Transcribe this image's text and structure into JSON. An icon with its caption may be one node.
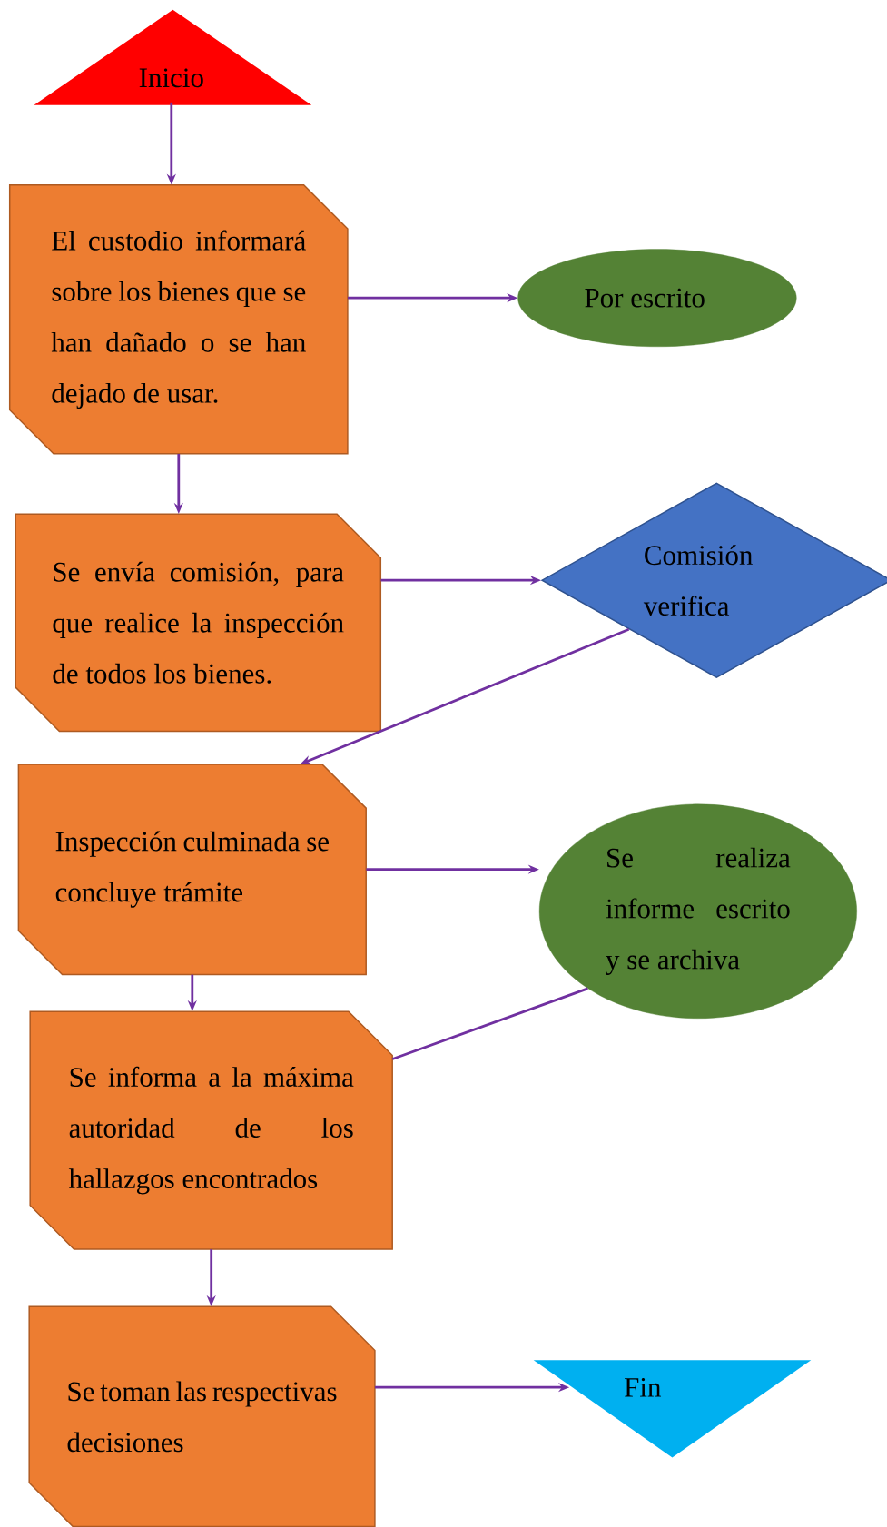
{
  "diagram": {
    "nodes": [
      {
        "text": [
          "Inicio"
        ]
      },
      {
        "text": [
          "El custodio informará sobre los bienes que se han dañado o se han dejado de usar."
        ]
      },
      {
        "text": [
          "Por escrito"
        ]
      },
      {
        "text": [
          "Se envía comisión, para que realice la inspección de todos los bienes."
        ]
      },
      {
        "text": [
          "Comisión verifica"
        ]
      },
      {
        "text": [
          "Inspección culminada se concluye trámite"
        ]
      },
      {
        "text": [
          "Se realiza informe escrito y se archiva"
        ]
      },
      {
        "text": [
          "Se informa a la máxima autoridad de los hallazgos encontrados"
        ]
      },
      {
        "text": [
          "Se toman las respectivas decisiones"
        ]
      },
      {
        "text": [
          "Fin"
        ]
      }
    ],
    "edges": [
      {
        "from": 0,
        "to": 1,
        "arrow": "to"
      },
      {
        "from": 1,
        "to": 2,
        "arrow": "to"
      },
      {
        "from": 1,
        "to": 3,
        "arrow": "to"
      },
      {
        "from": 3,
        "to": 4,
        "arrow": "to"
      },
      {
        "from": 4,
        "to": 5,
        "arrow": "to"
      },
      {
        "from": 5,
        "to": 6,
        "arrow": "to"
      },
      {
        "from": 5,
        "to": 7,
        "arrow": "to"
      },
      {
        "from": 7,
        "to": 6,
        "arrow": "none"
      },
      {
        "from": 7,
        "to": 8,
        "arrow": "to"
      },
      {
        "from": 8,
        "to": 9,
        "arrow": "to"
      }
    ]
  }
}
